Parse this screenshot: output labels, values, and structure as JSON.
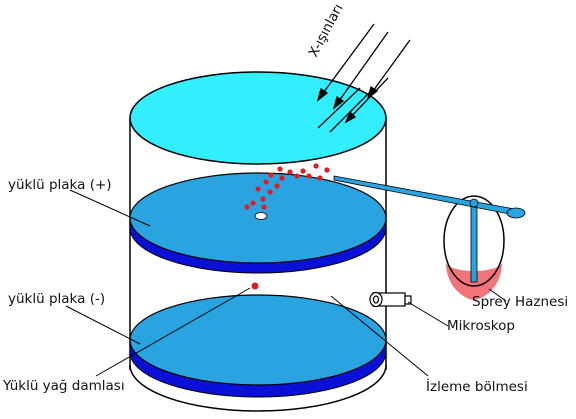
{
  "labels": {
    "xrays": "X-ışınları",
    "plate_pos": "yüklü plaka (+)",
    "plate_neg": "yüklü plaka (-)",
    "oil_drop": "Yüklü yağ damlası",
    "spray": "Sprey Haznesi",
    "microscope": "Mikroskop",
    "chamber": "İzleme bölmesi"
  },
  "colors": {
    "lid": "#33eeff",
    "plate": "#2aa4e0",
    "plate_edge": "#0b10d8",
    "drops": "#e21b23",
    "liquid": "#f2737a",
    "rod": "#2aa4e0"
  }
}
